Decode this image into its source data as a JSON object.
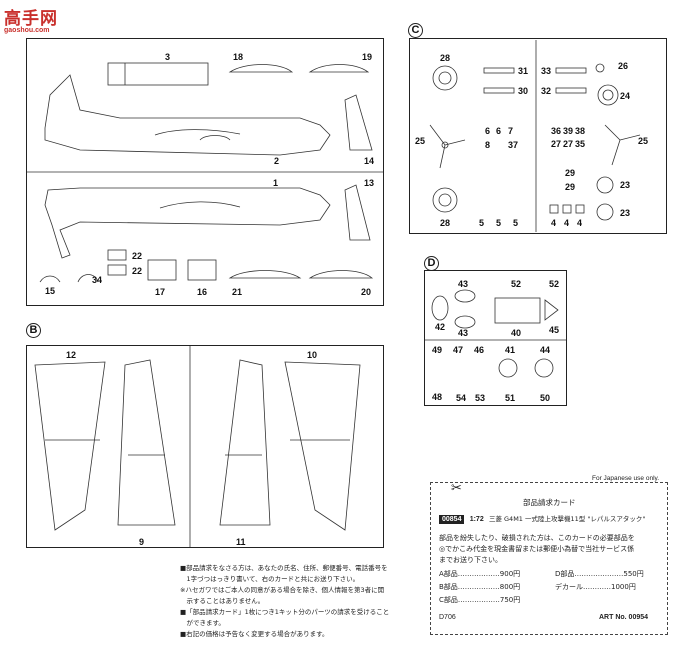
{
  "watermark": {
    "logo": "高手网",
    "url": "gaoshou.com"
  },
  "sections": {
    "a_parts": [
      "3",
      "18",
      "19",
      "2",
      "14",
      "1",
      "13",
      "22",
      "22",
      "34",
      "15",
      "17",
      "16",
      "21",
      "20"
    ],
    "b_label": "B",
    "b_parts": [
      "12",
      "9",
      "10",
      "11"
    ],
    "c_label": "C",
    "c_parts": [
      "28",
      "31",
      "30",
      "33",
      "32",
      "26",
      "24",
      "25",
      "6",
      "6",
      "7",
      "8",
      "37",
      "36",
      "39",
      "38",
      "27",
      "27",
      "35",
      "25",
      "29",
      "29",
      "23",
      "28",
      "5",
      "5",
      "5",
      "4",
      "4",
      "4",
      "23"
    ],
    "d_label": "D",
    "d_parts": [
      "43",
      "52",
      "52",
      "42",
      "40",
      "45",
      "43",
      "49",
      "47",
      "46",
      "41",
      "44",
      "48",
      "54",
      "53",
      "51",
      "50"
    ]
  },
  "notes": {
    "japanese_use": "For Japanese use only.",
    "lines": [
      "■部品請求をなさる方は、あなたの氏名、住所、郵便番号、電話番号を",
      "　1字づつはっきり書いて、右のカードと共にお送り下さい。",
      "※ハセガワではご本人の同意がある場合を除き、個人情報を第3者に開",
      "　示することはありません。",
      "■「部品請求カード」1枚につき1キット分のパーツの請求を受けること",
      "　ができます。",
      "■右記の価格は予告なく変更する場合があります。"
    ]
  },
  "card": {
    "title": "部品請求カード",
    "code": "00854",
    "scale": "1:72",
    "product": "三菱 G4M1 一式陸上攻撃機11型 \"レパルスアタック\"",
    "text1": "部品を紛失したり、破損された方は、このカードの必要部品を",
    "text2": "◎でかこみ代金を現金書留または郵便小為替で当社サービス係",
    "text3": "までお送り下さい。",
    "price_a": "A部品………………900円",
    "price_b": "B部品………………800円",
    "price_c": "C部品………………750円",
    "price_d": "D部品…………………550円",
    "price_decal": "デカール…………1000円",
    "footer_left": "D706",
    "art_no": "ART No. 00954"
  }
}
